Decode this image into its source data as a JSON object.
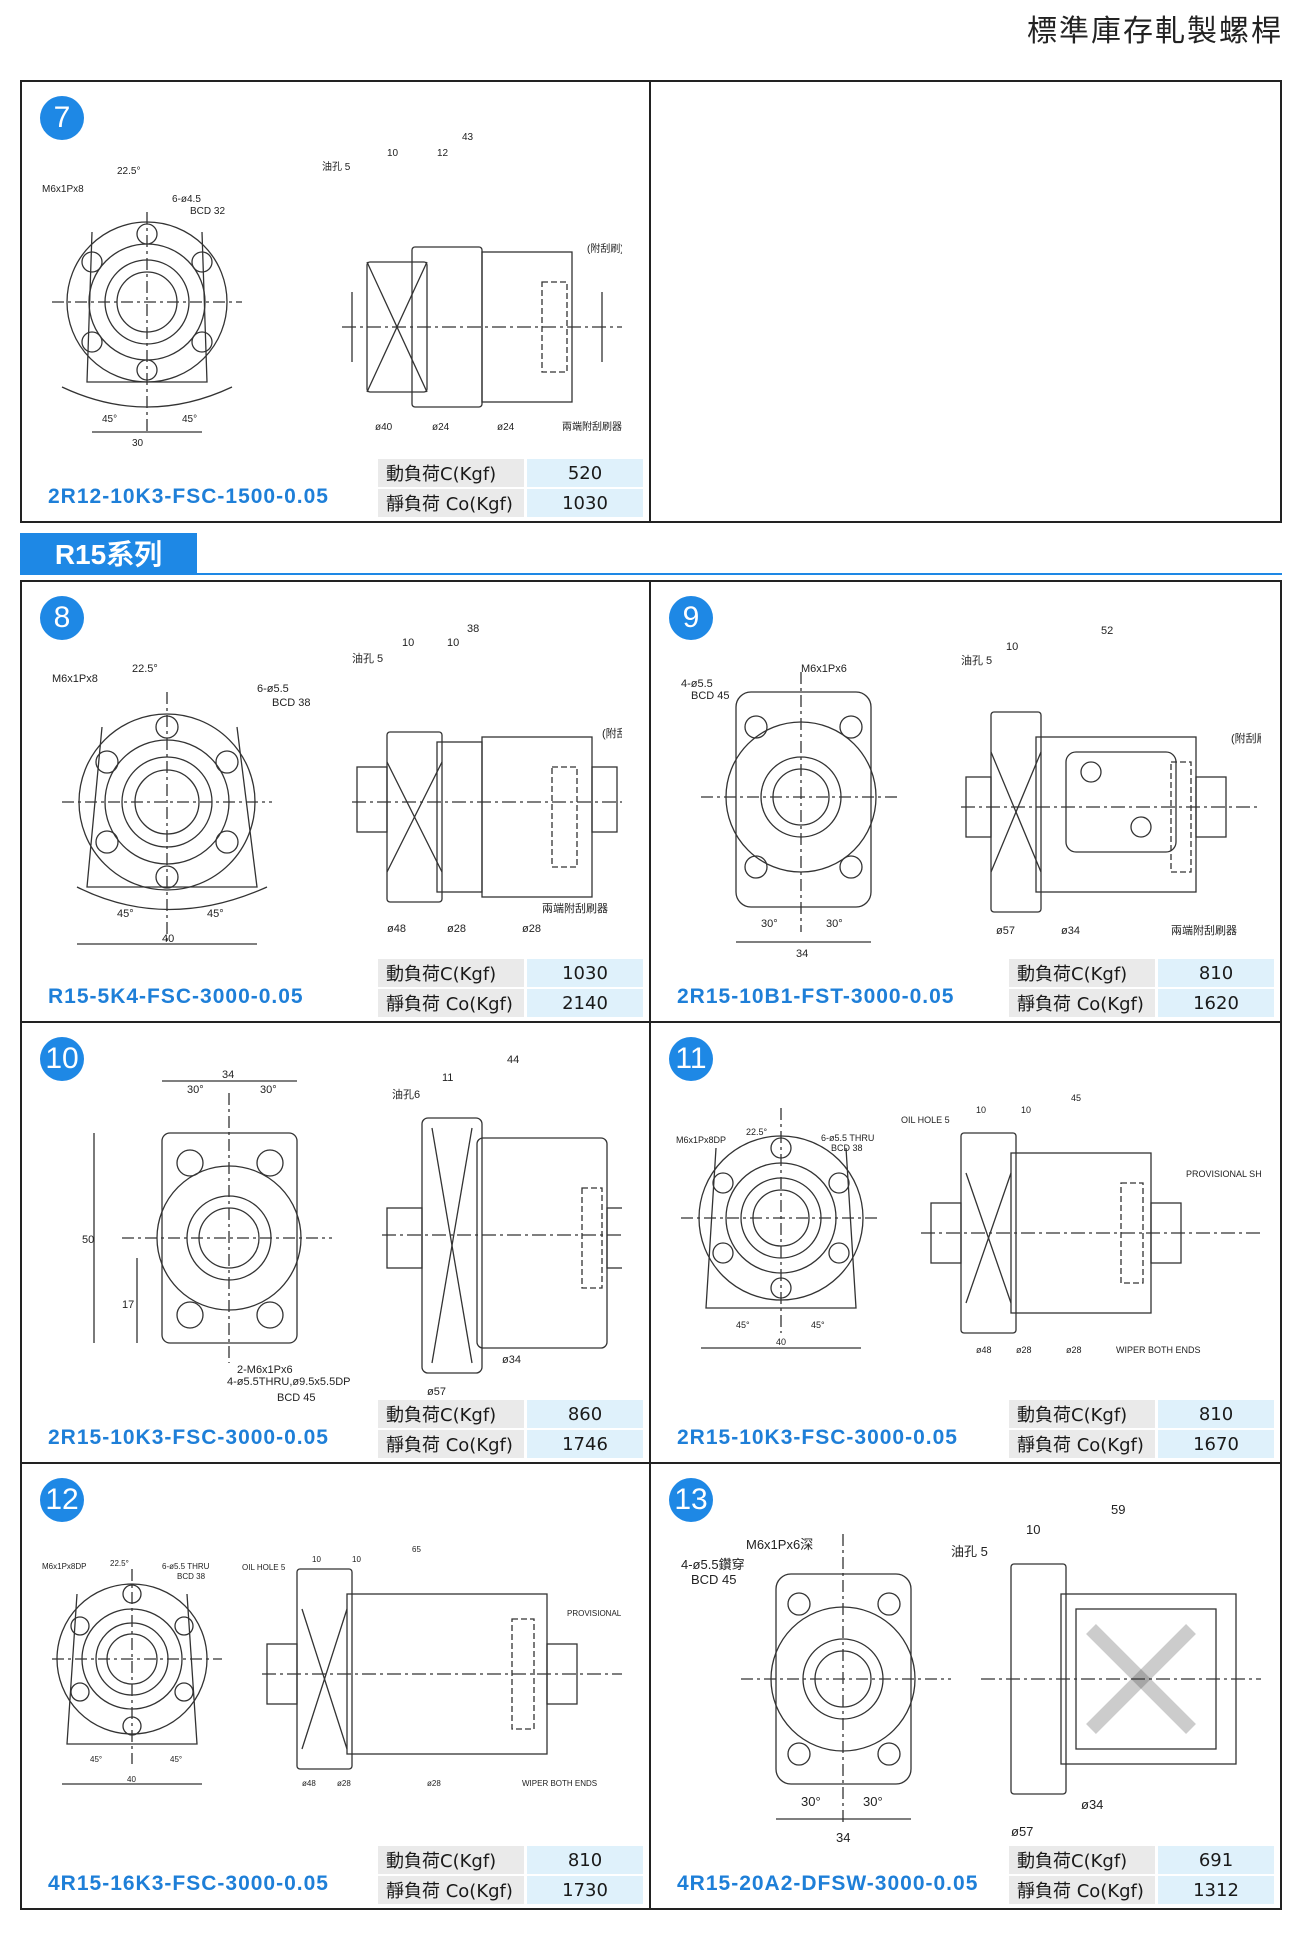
{
  "header": {
    "title": "標準庫存軋製螺桿"
  },
  "series_title": "R15系列",
  "load_labels": {
    "dynamic": "動負荷C(Kgf)",
    "static": "靜負荷 Co(Kgf)"
  },
  "cards": [
    {
      "number": "7",
      "model": "2R12-10K3-FSC-1500-0.05",
      "dynamic": "520",
      "static": "1030",
      "front": {
        "thread": "M6x1Px8",
        "holes": "6-ø4.5",
        "bcd": "BCD 32",
        "angle": "22.5°",
        "width": "30",
        "angle_l": "45°",
        "angle_r": "45°"
      },
      "side": {
        "total": "43",
        "d1": "10",
        "d2": "12",
        "oil": "油孔 5",
        "flange": "ø40",
        "bore1": "ø24",
        "bore2": "ø24",
        "note": "(附刮刷)",
        "wiper": "兩端附刮刷器"
      }
    },
    {
      "number": "8",
      "model": "R15-5K4-FSC-3000-0.05",
      "dynamic": "1030",
      "static": "2140",
      "front": {
        "thread": "M6x1Px8",
        "holes": "6-ø5.5",
        "bcd": "BCD 38",
        "angle": "22.5°",
        "width": "40",
        "angle_l": "45°",
        "angle_r": "45°"
      },
      "side": {
        "total": "38",
        "d1": "10",
        "d2": "10",
        "oil": "油孔 5",
        "flange": "ø48",
        "bore1": "ø28",
        "bore2": "ø28",
        "note": "(附刮刷)",
        "wiper": "兩端附刮刷器"
      }
    },
    {
      "number": "9",
      "model": "2R15-10B1-FST-3000-0.05",
      "dynamic": "810",
      "static": "1620",
      "front": {
        "thread": "M6x1Px6",
        "holes": "4-ø5.5",
        "bcd": "BCD 45",
        "angle": "",
        "width": "34",
        "angle_l": "30°",
        "angle_r": "30°"
      },
      "side": {
        "total": "52",
        "d1": "10",
        "d2": "",
        "oil": "油孔 5",
        "flange": "ø57",
        "bore1": "ø34",
        "bore2": "",
        "note": "(附刮刷)",
        "wiper": "兩端附刮刷器"
      }
    },
    {
      "number": "10",
      "model": "2R15-10K3-FSC-3000-0.05",
      "dynamic": "860",
      "static": "1746",
      "front": {
        "thread": "2-M6x1Px6",
        "holes": "4-ø5.5THRU,ø9.5x5.5DP",
        "bcd": "BCD 45",
        "angle": "",
        "width": "34",
        "angle_l": "30°",
        "angle_r": "30°",
        "height": "50",
        "h2": "17"
      },
      "side": {
        "total": "44",
        "d1": "11",
        "d2": "",
        "oil": "油孔6",
        "flange": "ø57",
        "bore1": "ø34",
        "bore2": "",
        "note": "",
        "wiper": ""
      }
    },
    {
      "number": "11",
      "model": "2R15-10K3-FSC-3000-0.05",
      "dynamic": "810",
      "static": "1670",
      "front": {
        "thread": "M6x1Px8DP",
        "holes": "6-ø5.5 THRU",
        "bcd": "BCD 38",
        "angle": "22.5°",
        "width": "40",
        "angle_l": "45°",
        "angle_r": "45°"
      },
      "side": {
        "total": "45",
        "d1": "10",
        "d2": "10",
        "oil": "OIL HOLE 5",
        "flange": "ø48",
        "bore1": "ø28",
        "bore2": "ø28",
        "note": "PROVISIONAL SHAFT",
        "wiper": "WIPER BOTH ENDS"
      }
    },
    {
      "number": "12",
      "model": "4R15-16K3-FSC-3000-0.05",
      "dynamic": "810",
      "static": "1730",
      "front": {
        "thread": "M6x1Px8DP",
        "holes": "6-ø5.5 THRU",
        "bcd": "BCD 38",
        "angle": "22.5°",
        "width": "40",
        "angle_l": "45°",
        "angle_r": "45°"
      },
      "side": {
        "total": "65",
        "d1": "10",
        "d2": "10",
        "oil": "OIL HOLE 5",
        "flange": "ø48",
        "bore1": "ø28",
        "bore2": "ø28",
        "note": "PROVISIONAL SHAFT",
        "wiper": "WIPER BOTH ENDS"
      }
    },
    {
      "number": "13",
      "model": "4R15-20A2-DFSW-3000-0.05",
      "dynamic": "691",
      "static": "1312",
      "front": {
        "thread": "M6x1Px6深",
        "holes": "4-ø5.5鑽穿",
        "bcd": "BCD 45",
        "angle": "",
        "width": "34",
        "angle_l": "30°",
        "angle_r": "30°"
      },
      "side": {
        "total": "59",
        "d1": "10",
        "d2": "",
        "oil": "油孔 5",
        "flange": "ø57",
        "bore1": "ø34",
        "bore2": "",
        "note": "",
        "wiper": ""
      }
    }
  ]
}
